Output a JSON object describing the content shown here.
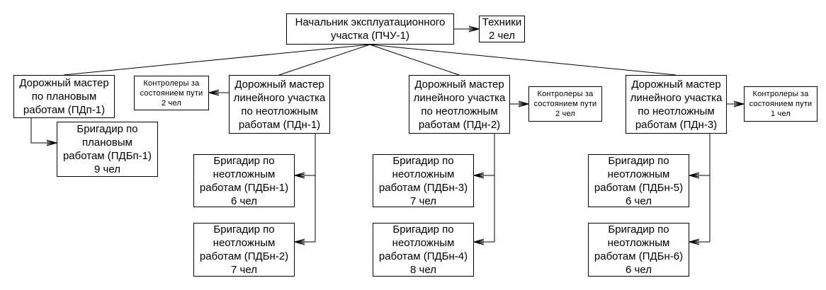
{
  "diagram": {
    "type": "org-chart",
    "nodes": {
      "head": {
        "lines": [
          "Начальник эксплуатационного",
          "участка (ПЧУ-1)"
        ]
      },
      "tech": {
        "lines": [
          "Техники",
          "2 чел"
        ]
      },
      "pdp1": {
        "lines": [
          "Дорожный мастер",
          "по плановым",
          "работам (ПДп-1)"
        ]
      },
      "pdbp1": {
        "lines": [
          "Бригадир по",
          "плановым",
          "работам (ПДБп-1)",
          "9 чел"
        ]
      },
      "ctrl1": {
        "lines": [
          "Контролеры за",
          "состоянием пути",
          "2 чел"
        ]
      },
      "pdn1": {
        "lines": [
          "Дорожный мастер",
          "линейного участка",
          "по неотложным",
          "работам (ПДн-1)"
        ]
      },
      "pdbn1": {
        "lines": [
          "Бригадир по",
          "неотложным",
          "работам (ПДБн-1)",
          "6 чел"
        ]
      },
      "pdbn2": {
        "lines": [
          "Бригадир по",
          "неотложным",
          "работам (ПДБн-2)",
          "7 чел"
        ]
      },
      "pdn2": {
        "lines": [
          "Дорожный мастер",
          "линейного участка",
          "по неотложным",
          "работам (ПДн-2)"
        ]
      },
      "ctrl2": {
        "lines": [
          "Контролеры за",
          "состоянием пути",
          "2 чел"
        ]
      },
      "pdbn3": {
        "lines": [
          "Бригадир по",
          "неотложным",
          "работам (ПДБн-3)",
          "7 чел"
        ]
      },
      "pdbn4": {
        "lines": [
          "Бригадир по",
          "неотложным",
          "работам (ПДБн-4)",
          "8 чел"
        ]
      },
      "pdn3": {
        "lines": [
          "Дорожный мастер",
          "линейного участка",
          "по неотложным",
          "работам (ПДн-3)"
        ]
      },
      "ctrl3": {
        "lines": [
          "Контролеры за",
          "состоянием пути",
          "1 чел"
        ]
      },
      "pdbn5": {
        "lines": [
          "Бригадир по",
          "неотложным",
          "работам (ПДБн-5)",
          "6 чел"
        ]
      },
      "pdbn6": {
        "lines": [
          "Бригадир по",
          "неотложным",
          "работам (ПДБн-6)",
          "6 чел"
        ]
      }
    },
    "edges": [
      {
        "from": "head",
        "to": "tech"
      },
      {
        "from": "head",
        "to": "pdp1"
      },
      {
        "from": "head",
        "to": "pdn1"
      },
      {
        "from": "head",
        "to": "pdn2"
      },
      {
        "from": "head",
        "to": "pdn3"
      },
      {
        "from": "pdp1",
        "to": "pdbp1"
      },
      {
        "from": "pdn1",
        "to": "ctrl1"
      },
      {
        "from": "pdn1",
        "to": "pdbn1"
      },
      {
        "from": "pdn1",
        "to": "pdbn2"
      },
      {
        "from": "pdn2",
        "to": "ctrl2"
      },
      {
        "from": "pdn2",
        "to": "pdbn3"
      },
      {
        "from": "pdn2",
        "to": "pdbn4"
      },
      {
        "from": "pdn3",
        "to": "ctrl3"
      },
      {
        "from": "pdn3",
        "to": "pdbn5"
      },
      {
        "from": "pdn3",
        "to": "pdbn6"
      }
    ]
  }
}
